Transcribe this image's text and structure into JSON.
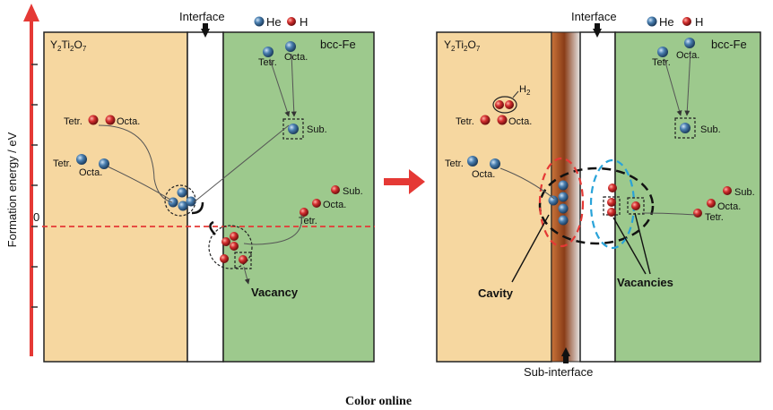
{
  "colors": {
    "oxide": "#F6D7A0",
    "iron": "#9DC98D",
    "axis": "#E53935",
    "zero_line": "#E53935",
    "he_atom": "#4A7FB0",
    "h_atom": "#D32F2F",
    "interlayer": "#A0522D",
    "dash_red": "#E53935",
    "dash_blue": "#29A3D9"
  },
  "axis": {
    "ylabel": "Formation energy / eV",
    "zero": "0"
  },
  "left_panel": {
    "interface_label": "Interface",
    "legend_he": "He",
    "legend_h": "H",
    "oxide_main": "Y",
    "oxide_sub1": "2",
    "oxide_mid": "Ti",
    "oxide_sub2": "2",
    "oxide_end": "O",
    "oxide_sub3": "7",
    "metal_label": "bcc-Fe",
    "tetr": "Tetr.",
    "octa": "Octa.",
    "sub": "Sub.",
    "vacancy": "Vacancy"
  },
  "right_panel": {
    "interface_label": "Interface",
    "legend_he": "He",
    "legend_h": "H",
    "metal_label": "bcc-Fe",
    "tetr": "Tetr.",
    "octa": "Octa.",
    "sub": "Sub.",
    "h2_main": "H",
    "h2_sub": "2",
    "cavity": "Cavity",
    "vacancies": "Vacancies",
    "subinterface": "Sub-interface"
  },
  "caption": "Color online"
}
